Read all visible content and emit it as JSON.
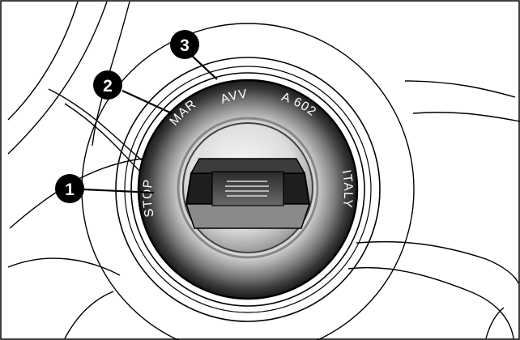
{
  "diagram": {
    "ring_labels": {
      "stop": "STOP",
      "mar": "MAR",
      "avv": "AVV",
      "code": "A 602",
      "origin": "ITALY"
    },
    "callouts": [
      {
        "number": "1"
      },
      {
        "number": "2"
      },
      {
        "number": "3"
      }
    ]
  }
}
